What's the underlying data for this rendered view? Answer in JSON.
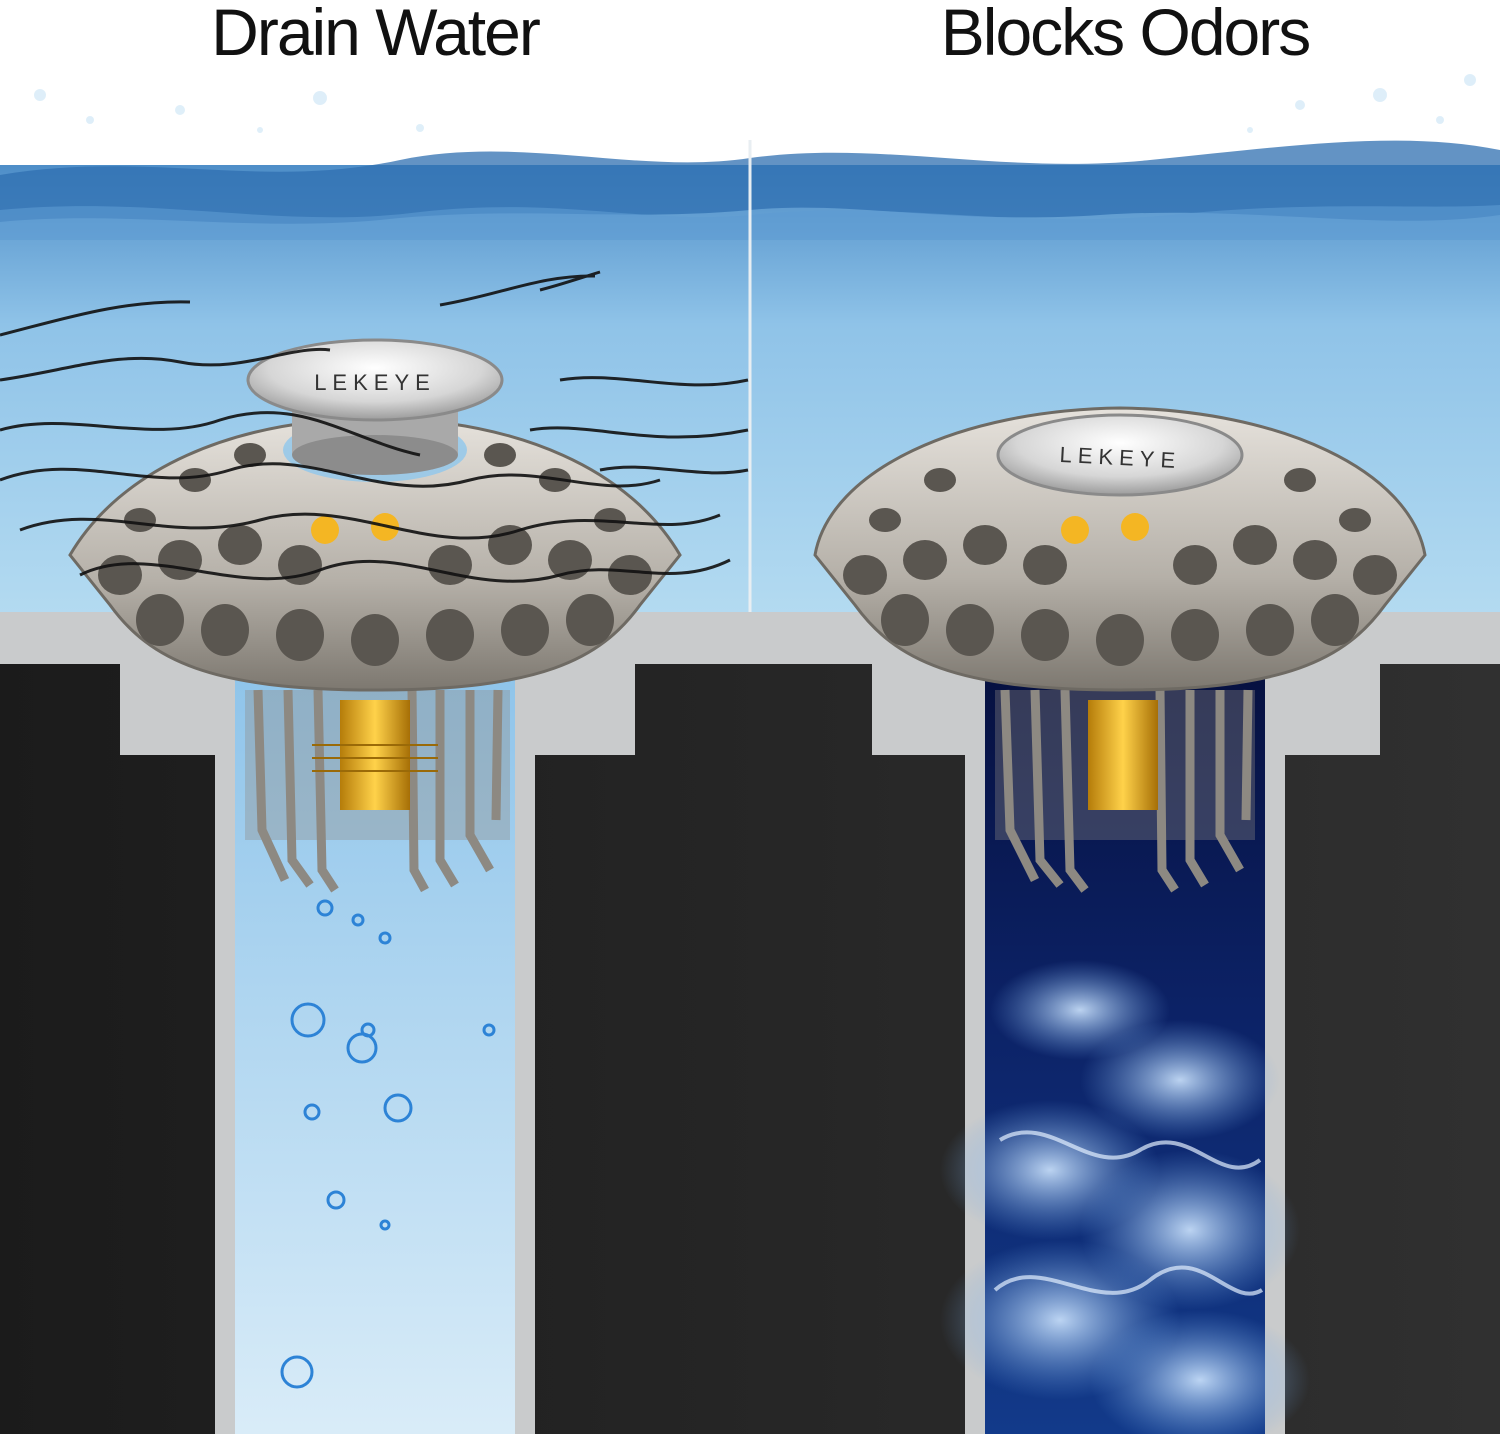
{
  "panels": {
    "left": {
      "title": "Drain Water",
      "brand": "LEKEYE"
    },
    "right": {
      "title": "Blocks Odors",
      "brand": "LEKEYE"
    }
  },
  "colors": {
    "water_top": "#6aa6d6",
    "water_bottom": "#a9d3ee",
    "pipe_dark": "#262626",
    "pipe_light_water": "#bcdcf2",
    "pipe_dark_water": "#0b1d57",
    "basin_gray": "#c9cbcc",
    "steel": "#b8b4ae",
    "brass": "#e2a91c"
  },
  "icons": [
    "water-wave",
    "bubble",
    "hair-strand",
    "smoke-plume",
    "drain-filter"
  ]
}
